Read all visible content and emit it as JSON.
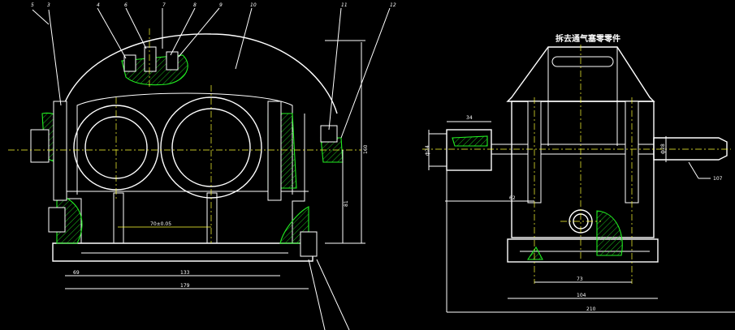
{
  "title": "拆去通气塞零零件",
  "callouts": [
    "5",
    "3",
    "4",
    "6",
    "7",
    "8",
    "9",
    "10",
    "11",
    "12"
  ],
  "front_view": {
    "dims": [
      "70±0.05",
      "69",
      "133",
      "179",
      "160",
      "81"
    ]
  },
  "side_view": {
    "dims": [
      "34",
      "62",
      "ф24",
      "ф28",
      "73",
      "104",
      "210",
      "107"
    ]
  },
  "colors": {
    "background": "#000000",
    "outline": "#ffffff",
    "centerline": "#ffff33",
    "section": "#22ee22"
  }
}
